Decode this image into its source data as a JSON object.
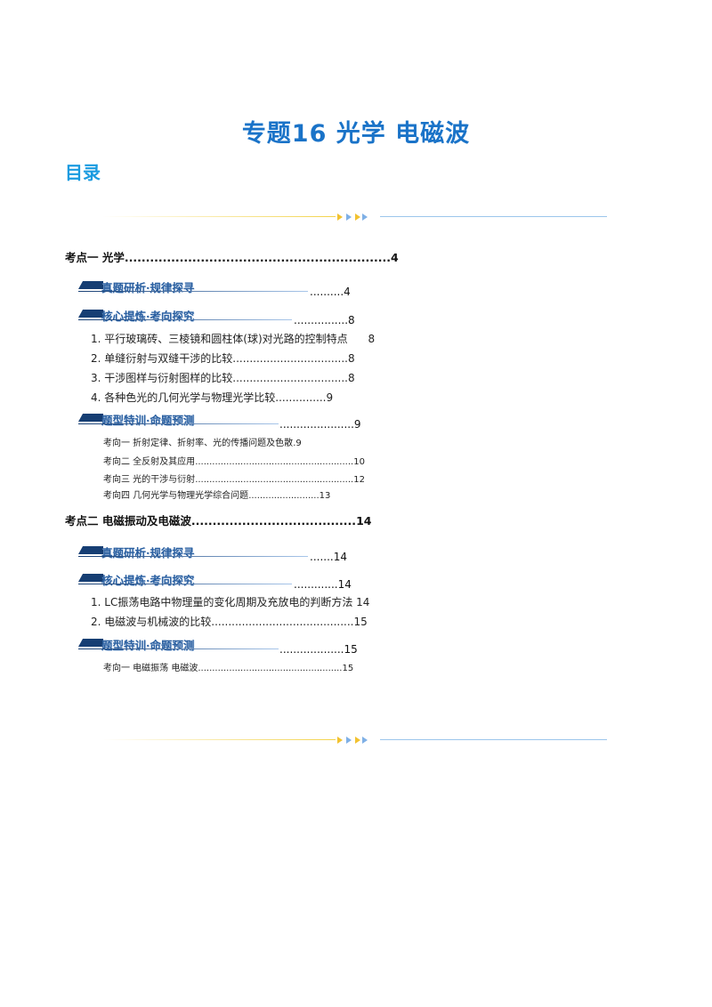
{
  "header": {
    "title": "专题16  光学  电磁波",
    "toc_heading": "目录"
  },
  "toc": [
    {
      "id": "kp1",
      "type": "topic",
      "label": "考点一  光学",
      "dots": "...............................................................",
      "page": "4"
    },
    {
      "id": "kp1-b1",
      "type": "banner",
      "label": "真题研析·规律探寻",
      "dots": "..........",
      "page": "4"
    },
    {
      "id": "kp1-b2",
      "type": "banner",
      "label": "核心提炼·考向探究",
      "dots": "................",
      "page": "8"
    },
    {
      "id": "kp1-s1",
      "type": "sub",
      "label": "1.  平行玻璃砖、三棱镜和圆柱体(球)对光路的控制特点",
      "dots": "",
      "page": "8"
    },
    {
      "id": "kp1-s2",
      "type": "sub",
      "label": "2.  单缝衍射与双缝干涉的比较",
      "dots": "..................................",
      "page": "8"
    },
    {
      "id": "kp1-s3",
      "type": "sub",
      "label": "3.  干涉图样与衍射图样的比较",
      "dots": "..................................",
      "page": "8"
    },
    {
      "id": "kp1-s4",
      "type": "sub",
      "label": "4.  各种色光的几何光学与物理光学比较",
      "dots": "...............",
      "page": "9"
    },
    {
      "id": "kp1-b3",
      "type": "banner",
      "label": "题型特训·命题预测",
      "dots": "......................",
      "page": "9"
    },
    {
      "id": "kp1-d1",
      "type": "dir",
      "label": "考向一  折射定律、折射率、光的传播问题及色散",
      "dots": ".",
      "page": "9"
    },
    {
      "id": "kp1-d2",
      "type": "dir",
      "label": "考向二  全反射及其应用",
      "dots": "........................................................",
      "page": "10"
    },
    {
      "id": "kp1-d3",
      "type": "dir",
      "label": "考向三  光的干涉与衍射",
      "dots": "........................................................",
      "page": "12"
    },
    {
      "id": "kp1-d4",
      "type": "dir",
      "label": "考向四  几何光学与物理光学综合问题",
      "dots": ".........................",
      "page": "13"
    },
    {
      "id": "kp2",
      "type": "topic",
      "label": "考点二  电磁振动及电磁波",
      "dots": ".......................................",
      "page": "14"
    },
    {
      "id": "kp2-b1",
      "type": "banner",
      "label": "真题研析·规律探寻",
      "dots": ".......",
      "page": "14"
    },
    {
      "id": "kp2-b2",
      "type": "banner",
      "label": "核心提炼·考向探究",
      "dots": ".............",
      "page": "14"
    },
    {
      "id": "kp2-s1",
      "type": "sub",
      "label": "1.   LC振荡电路中物理量的变化周期及充放电的判断方法",
      "dots": "",
      "page": "14"
    },
    {
      "id": "kp2-s2",
      "type": "sub",
      "label": "2.  电磁波与机械波的比较",
      "dots": "..........................................",
      "page": "15"
    },
    {
      "id": "kp2-b3",
      "type": "banner",
      "label": "题型特训·命题预测",
      "dots": "...................",
      "page": "15"
    },
    {
      "id": "kp2-d1",
      "type": "dir",
      "label": "考向一  电磁振荡  电磁波",
      "dots": "...................................................",
      "page": "15"
    }
  ],
  "colors": {
    "title": "#1a73c8",
    "toc_heading": "#1a9be0",
    "banner_bar": "#163e73",
    "banner_text": "#2a5fa0",
    "divider_right": "#9cc6ec",
    "divider_left": "#f3d34a",
    "arrow_yellow": "#f2c230",
    "arrow_blue": "#7fb0e6"
  }
}
